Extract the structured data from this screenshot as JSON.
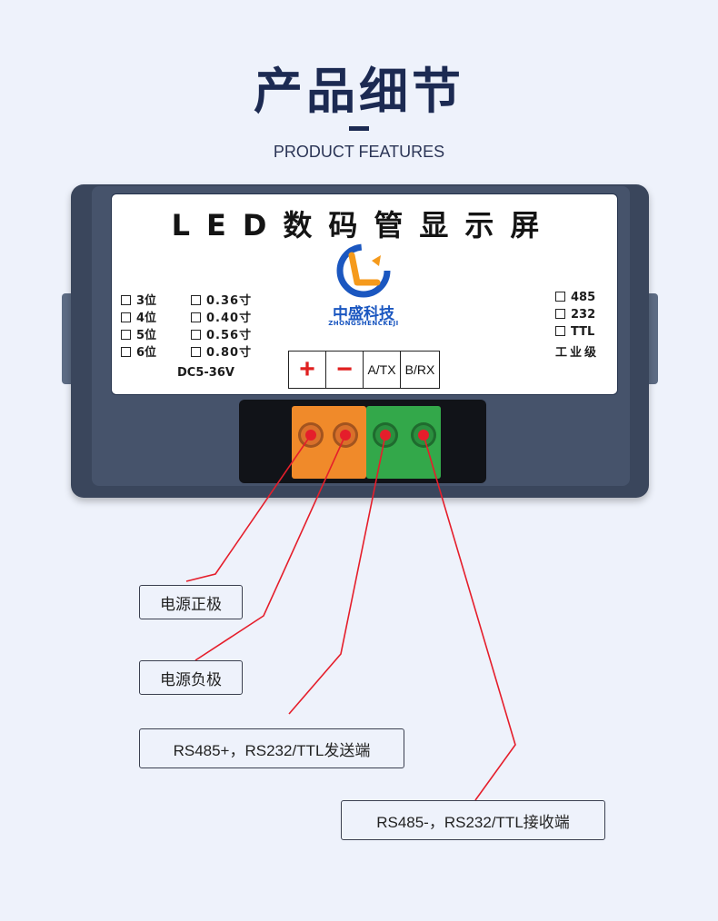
{
  "header": {
    "title": "产品细节",
    "subtitle": "PRODUCT FEATURES"
  },
  "device": {
    "panel_title": "LED数码管显示屏",
    "logo": {
      "icon": "zs-logo-icon",
      "name": "中盛科技",
      "sub": "ZHONGSHENCKEJI"
    },
    "digits": [
      "3位",
      "4位",
      "5位",
      "6位"
    ],
    "sizes": [
      "0.36寸",
      "0.40寸",
      "0.56寸",
      "0.80寸"
    ],
    "protocols": [
      "485",
      "232",
      "TTL"
    ],
    "grade": "工业级",
    "voltage": "DC5-36V",
    "terminals": [
      "+",
      "−",
      "A/TX",
      "B/RX"
    ]
  },
  "callouts": [
    "电源正极",
    "电源负极",
    "RS485+，RS232/TTL发送端",
    "RS485-，RS232/TTL接收端"
  ],
  "colors": {
    "background": "#eef2fb",
    "accent_red": "#e51e2b",
    "title": "#1c2a52",
    "terminal_orange": "#f08a2a",
    "terminal_green": "#33a84a"
  }
}
